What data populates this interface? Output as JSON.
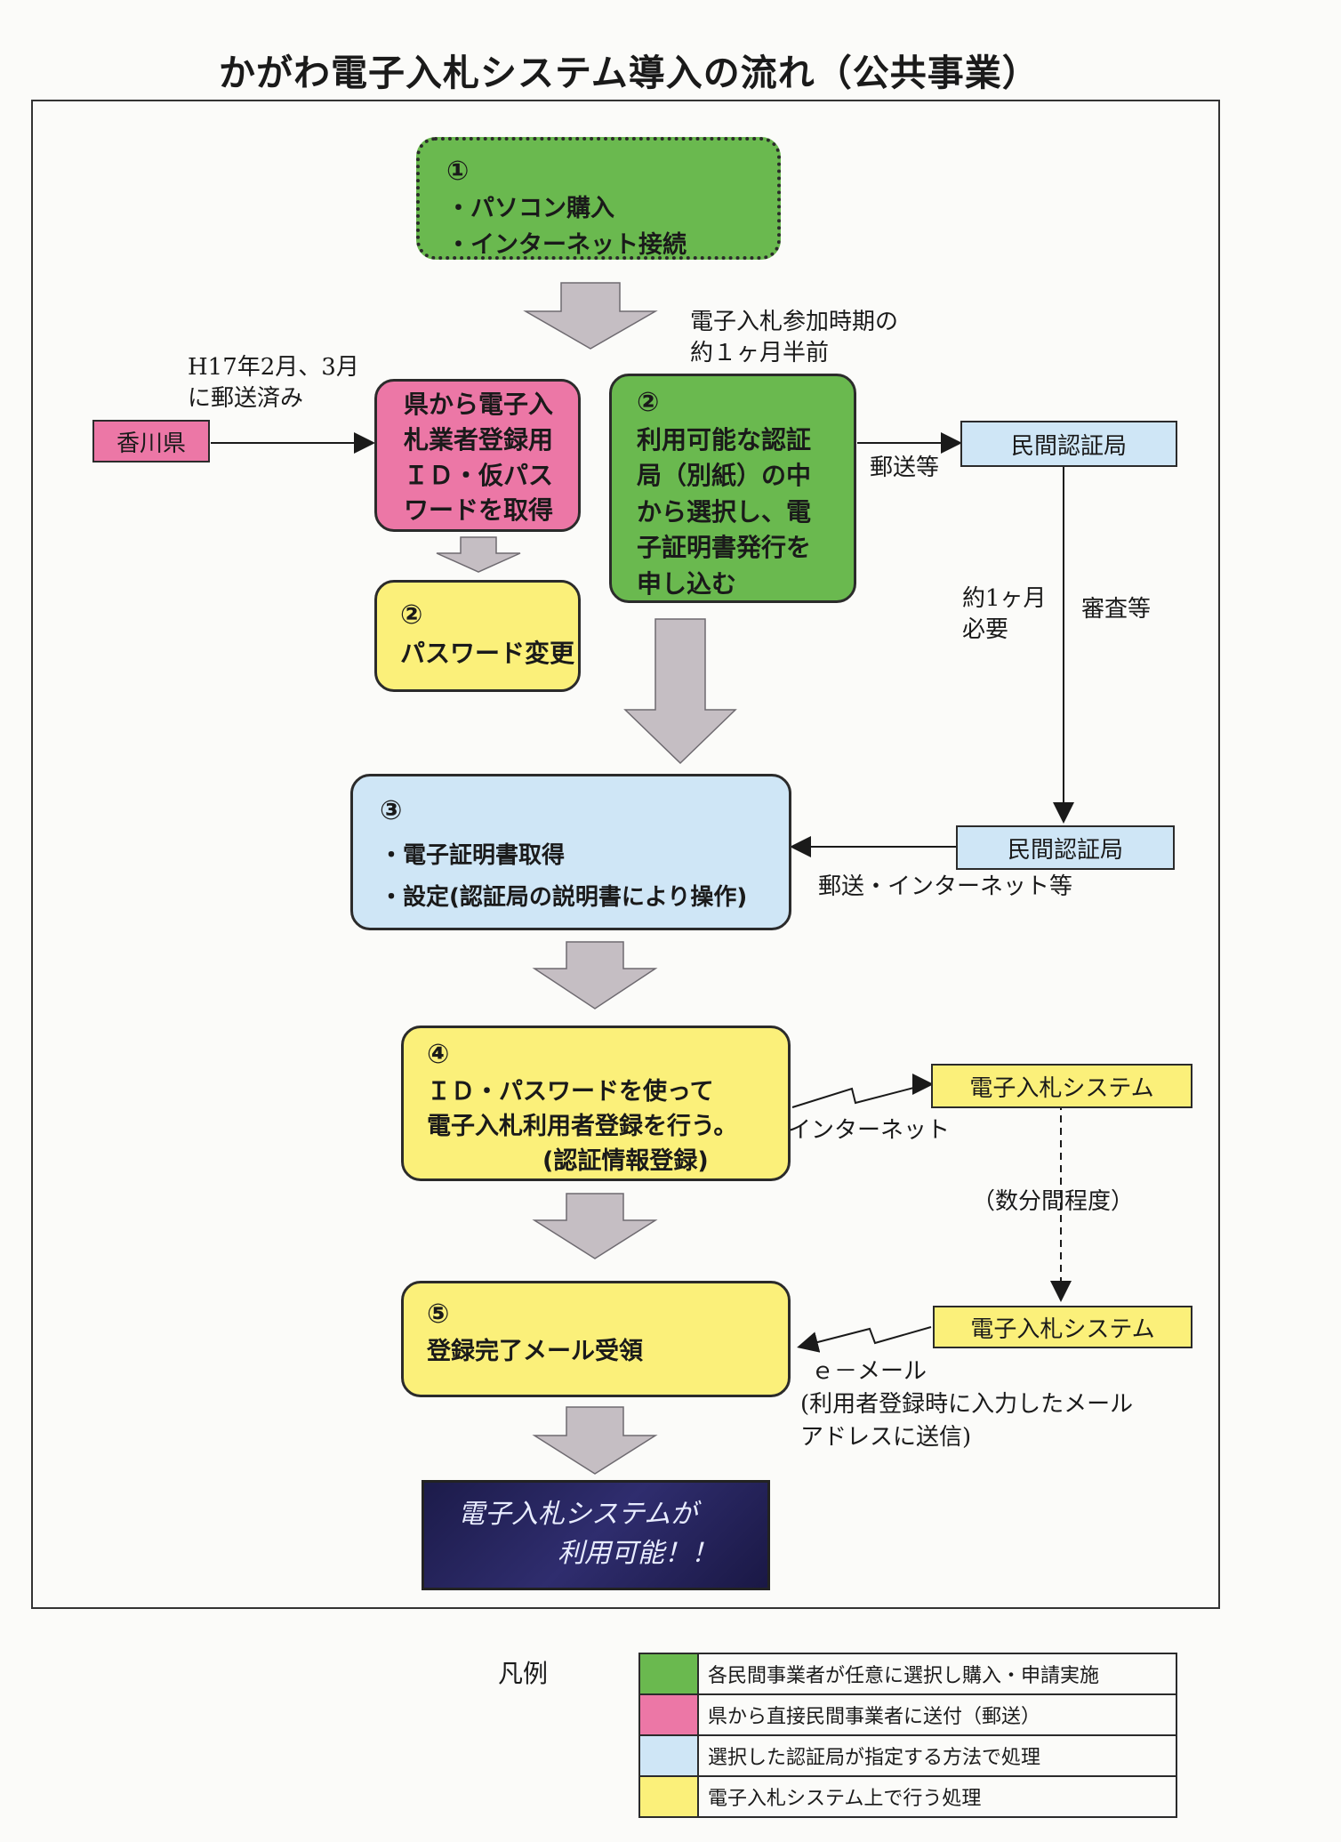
{
  "title": "かがわ電子入札システム導入の流れ（公共事業）",
  "step1": {
    "num": "①",
    "lines": [
      "・パソコン購入",
      "・インターネット接続"
    ]
  },
  "kagawa": "香川県",
  "mail_note": [
    "H17年2月、3月",
    "に郵送済み"
  ],
  "pink_box": [
    "県から電子入",
    "札業者登録用",
    "ＩＤ・仮パス",
    "ワードを取得"
  ],
  "step2_pw": {
    "num": "②",
    "label": "パスワード変更"
  },
  "timing_note": [
    "電子入札参加時期の",
    "約１ヶ月半前"
  ],
  "step2_cert": {
    "num": "②",
    "lines": [
      "利用可能な認証",
      "局（別紙）の中",
      "から選択し、電",
      "子証明書発行を",
      "申し込む"
    ]
  },
  "ca_top": "民間認証局",
  "yuso_to": "郵送等",
  "about_month": [
    "約1ヶ月",
    "必要"
  ],
  "shinsa": "審査等",
  "ca_bottom": "民間認証局",
  "step3": {
    "num": "③",
    "lines": [
      "・電子証明書取得",
      "・設定(認証局の説明書により操作)"
    ]
  },
  "yuso_internet": "郵送・インターネット等",
  "step4": {
    "num": "④",
    "lines": [
      "ＩＤ・パスワードを使って",
      "電子入札利用者登録を行う。",
      "(認証情報登録)"
    ]
  },
  "system_top": "電子入札システム",
  "internet": "インターネット",
  "minutes": "（数分間程度）",
  "step5": {
    "num": "⑤",
    "label": "登録完了メール受領"
  },
  "system_bottom": "電子入札システム",
  "email_note": [
    "ｅ－メール",
    "(利用者登録時に入力したメール",
    "アドレスに送信)"
  ],
  "final": [
    "電子入札システムが",
    "利用可能！！"
  ],
  "legend": {
    "title": "凡例",
    "items": [
      {
        "color": "#6ab94f",
        "label": "各民間事業者が任意に選択し購入・申請実施"
      },
      {
        "color": "#ec77a6",
        "label": "県から直接民間事業者に送付（郵送）"
      },
      {
        "color": "#cfe6f6",
        "label": "選択した認証局が指定する方法で処理"
      },
      {
        "color": "#fbf07a",
        "label": "電子入札システム上で行う処理"
      }
    ]
  }
}
